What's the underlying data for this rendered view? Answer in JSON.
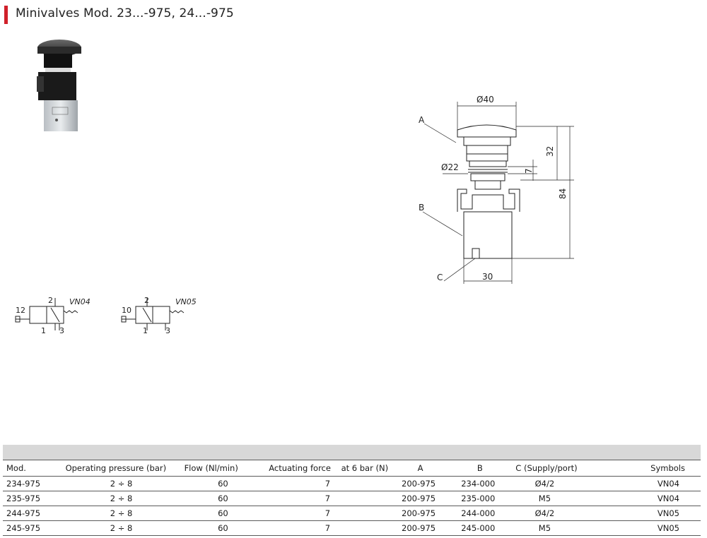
{
  "header": {
    "title": "Minivalves Mod. 23...-975, 24...-975"
  },
  "drawing": {
    "dims": {
      "d40": "Ø40",
      "d22": "Ø22",
      "h32": "32",
      "h7": "7",
      "h84": "84",
      "w30": "30"
    },
    "callouts": {
      "a": "A",
      "b": "B",
      "c": "C"
    }
  },
  "symbols": [
    {
      "code": "VN04",
      "port_in": "12",
      "port_out": "2",
      "port_1": "1",
      "port_3": "3"
    },
    {
      "code": "VN05",
      "port_in": "10",
      "port_out": "2",
      "port_1": "1",
      "port_3": "3"
    }
  ],
  "table": {
    "columns": [
      "Mod.",
      "Operating pressure (bar)",
      "Flow (Nl/min)",
      "Actuating force",
      "at 6 bar (N)",
      "A",
      "B",
      "C (Supply/port)",
      "Symbols"
    ],
    "rows": [
      [
        "234-975",
        "2 ÷ 8",
        "60",
        "7",
        "200-975",
        "234-000",
        "Ø4/2",
        "VN04"
      ],
      [
        "235-975",
        "2 ÷ 8",
        "60",
        "7",
        "200-975",
        "235-000",
        "M5",
        "VN04"
      ],
      [
        "244-975",
        "2 ÷ 8",
        "60",
        "7",
        "200-975",
        "244-000",
        "Ø4/2",
        "VN05"
      ],
      [
        "245-975",
        "2 ÷ 8",
        "60",
        "7",
        "200-975",
        "245-000",
        "M5",
        "VN05"
      ]
    ]
  }
}
